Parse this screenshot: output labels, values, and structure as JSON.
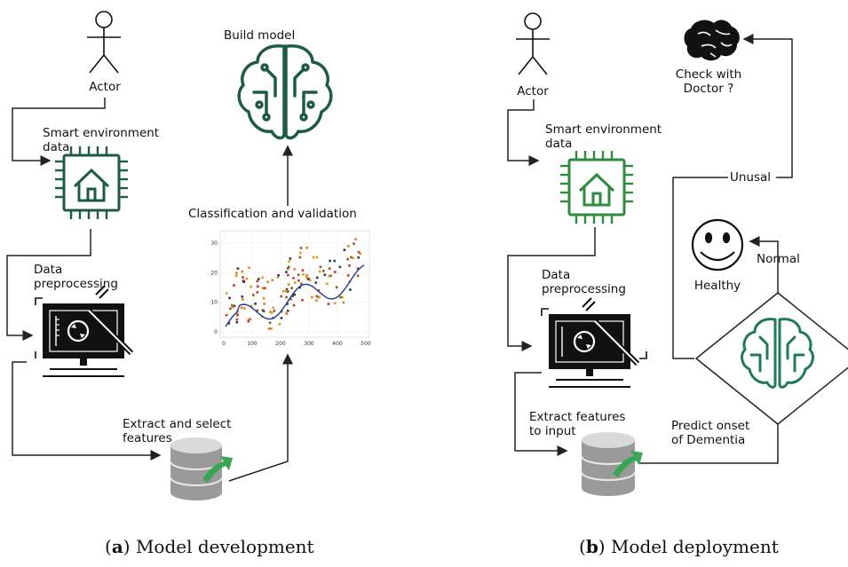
{
  "panel_a": {
    "actor_label": "Actor",
    "smart_env_label_line1": "Smart environment",
    "smart_env_label_line2": "data",
    "preprocess_label_line1": "Data",
    "preprocess_label_line2": "preprocessing",
    "extract_label_line1": "Extract and select",
    "extract_label_line2": "features",
    "classification_label": "Classification and validation",
    "build_model_label": "Build model",
    "caption_letter": "a",
    "caption_text": ") Model development",
    "caption_open": "("
  },
  "panel_b": {
    "actor_label": "Actor",
    "smart_env_label_line1": "Smart environment",
    "smart_env_label_line2": "data",
    "preprocess_label_line1": "Data",
    "preprocess_label_line2": "preprocessing",
    "extract_label_line1": "Extract features",
    "extract_label_line2": "to input",
    "predict_label_line1": "Predict onset",
    "predict_label_line2": "of Dementia",
    "healthy_label": "Healthy",
    "normal_label": "Normal",
    "unusual_label": "Unusal",
    "check_label_line1": "Check with",
    "check_label_line2": "Doctor ?",
    "caption_letter": "b",
    "caption_text": ") Model deployment",
    "caption_open": "("
  },
  "colors": {
    "dark_green": "#1d5a48",
    "bright_green": "#2e8b3e",
    "line": "#222222",
    "db_arrow": "#3aa655"
  },
  "scatter": {
    "x_ticks": [
      "0",
      "100",
      "200",
      "300",
      "400",
      "500"
    ],
    "y_ticks": [
      "0",
      "10",
      "20",
      "30"
    ]
  }
}
